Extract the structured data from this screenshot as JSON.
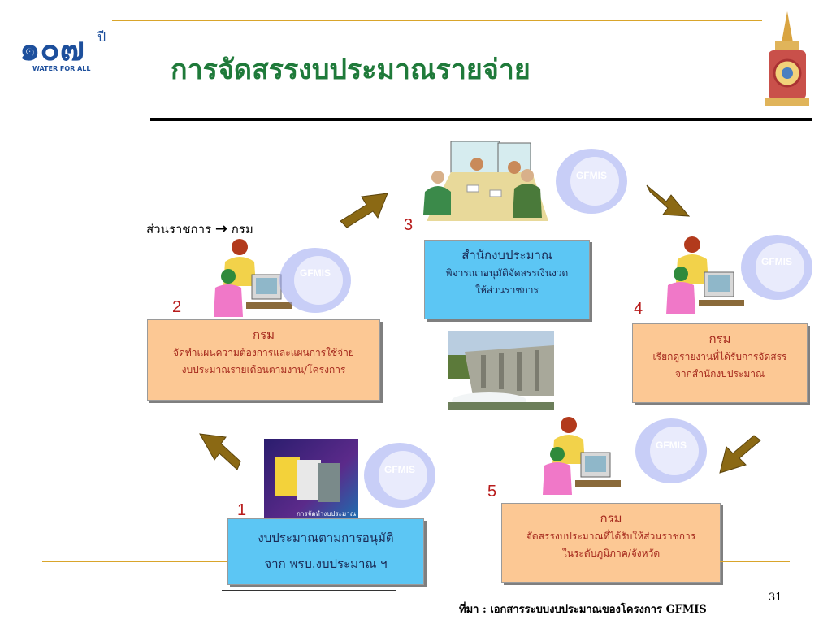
{
  "slide": {
    "title": "การจัดสรรงบประมาณรายจ่าย",
    "page_number": "31",
    "source": "ที่มา : เอกสารระบบงบประมาณของโครงการ GFMIS"
  },
  "logo_left": {
    "numeral": "๑๐๗",
    "suffix": "ปี",
    "tagline": "WATER FOR ALL"
  },
  "flow_label": {
    "from": "ส่วนราชการ",
    "arrow": "→",
    "to": "กรม"
  },
  "badge_text": "GFMIS",
  "steps": [
    {
      "number": "1",
      "title": "งบประมาณตามการอนุมัติ",
      "line1": "จาก พรบ.งบประมาณ ฯ"
    },
    {
      "number": "2",
      "title": "กรม",
      "line1": "จัดทำแผนความต้องการและแผนการใช้จ่าย",
      "line2": "งบประมาณรายเดือนตามงาน/โครงการ"
    },
    {
      "number": "3",
      "title": "สำนักงบประมาณ",
      "line1": "พิจารณาอนุมัติจัดสรรเงินงวด",
      "line2": "ให้ส่วนราชการ"
    },
    {
      "number": "4",
      "title": "กรม",
      "line1": "เรียกดูรายงานที่ได้รับการจัดสรร",
      "line2": "จากสำนักงบประมาณ"
    },
    {
      "number": "5",
      "title": "กรม",
      "line1": "จัดสรรงบประมาณที่ได้รับให้ส่วนราชการ",
      "line2": "ในระดับภูมิภาค/จังหวัด"
    }
  ],
  "book_caption": "การจัดทำงบประมาณ",
  "colors": {
    "title": "#1f7a3a",
    "peach_box": "#fcc894",
    "blue_box": "#5cc6f4",
    "number": "#b81c1c",
    "arrow": "#8b6914",
    "rule": "#d9a52b"
  }
}
